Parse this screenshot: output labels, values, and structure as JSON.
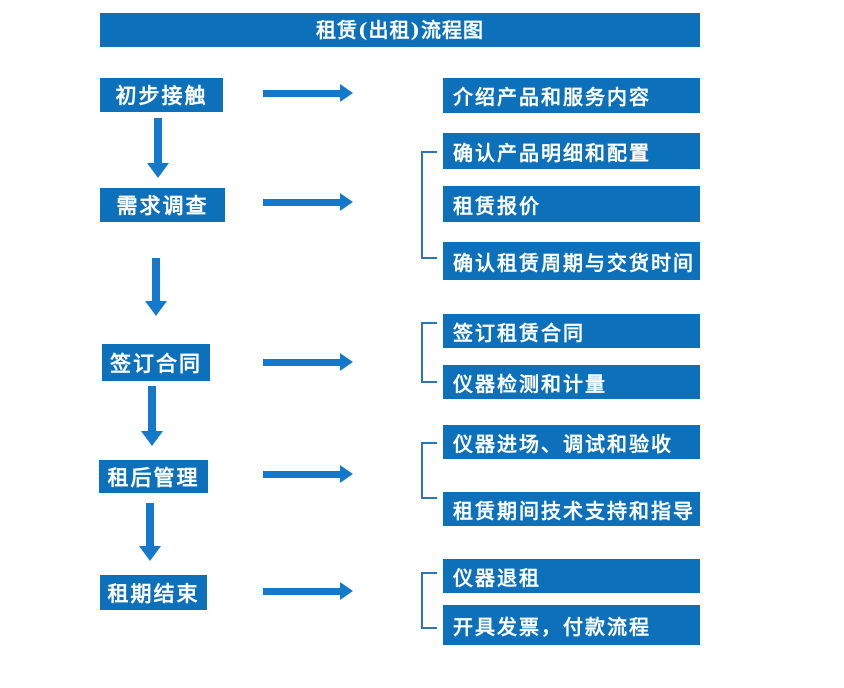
{
  "title": "租赁(出租)流程图",
  "colors": {
    "box_fill": "#0c70ba",
    "arrow_fill": "#1579cb",
    "bracket_stroke": "#2e75b6",
    "box_text": "#ffffff",
    "background": "#ffffff"
  },
  "stages": [
    {
      "label": "初步接触",
      "details": [
        "介绍产品和服务内容"
      ]
    },
    {
      "label": "需求调查",
      "details": [
        "确认产品明细和配置",
        "租赁报价",
        "确认租赁周期与交货时间"
      ]
    },
    {
      "label": "签订合同",
      "details": [
        "签订租赁合同",
        "仪器检测和计量"
      ]
    },
    {
      "label": "租后管理",
      "details": [
        "仪器进场、调试和验收",
        "租赁期间技术支持和指导"
      ]
    },
    {
      "label": "租期结束",
      "details": [
        "仪器退租",
        "开具发票，付款流程"
      ]
    }
  ],
  "icons": {
    "down-arrow-icon": "css-triangle-down-with-shaft",
    "right-arrow-icon": "css-triangle-right-with-shaft",
    "bracket-icon": "css-left-square-bracket"
  }
}
